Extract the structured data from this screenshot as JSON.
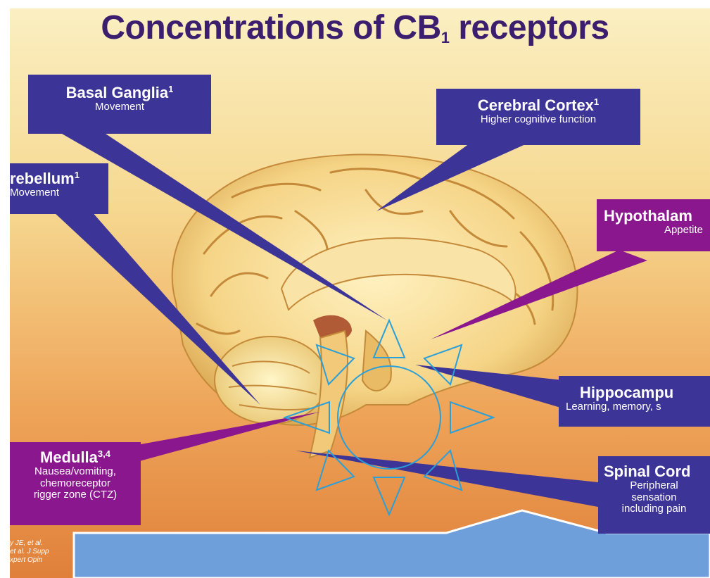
{
  "title_main": "Concentrations of CB",
  "title_sub": "1",
  "title_end": " receptors",
  "callouts": {
    "basal_ganglia": {
      "name": "Basal Ganglia",
      "ref": "1",
      "desc": "Movement"
    },
    "cerebral_cortex": {
      "name": "Cerebral Cortex",
      "ref": "1",
      "desc": "Higher cognitive function"
    },
    "cerebellum": {
      "name": "rebellum",
      "ref": "1",
      "desc": "Movement"
    },
    "hypothalamus": {
      "name": "Hypothalam",
      "desc": "Appetite"
    },
    "hippocampus": {
      "name": "Hippocampu",
      "desc": "Learning, memory, s"
    },
    "medulla": {
      "name": "Medulla",
      "ref": "3,4",
      "desc_lines": [
        "Nausea/vomiting,",
        "chemoreceptor",
        "rigger zone (CTZ)"
      ]
    },
    "spinal_cord": {
      "name": "Spinal Cord",
      "desc_lines": [
        "Peripheral",
        "sensation",
        "including pain"
      ]
    }
  },
  "citations": [
    "y JE, et al. ",
    "et al. J Supp",
    "xpert Opin"
  ],
  "colors": {
    "background_top": "#f7e8b0",
    "background_bottom": "#e58a3a",
    "callout_blue": "#3d3497",
    "callout_purple": "#8b178f",
    "sun_stroke": "#2a9fd8",
    "banner_fill": "#6e9fdb",
    "title": "#3b1e6e"
  },
  "icons": {
    "overlay": "sun-shape",
    "banner": "blue-banner-shape"
  }
}
